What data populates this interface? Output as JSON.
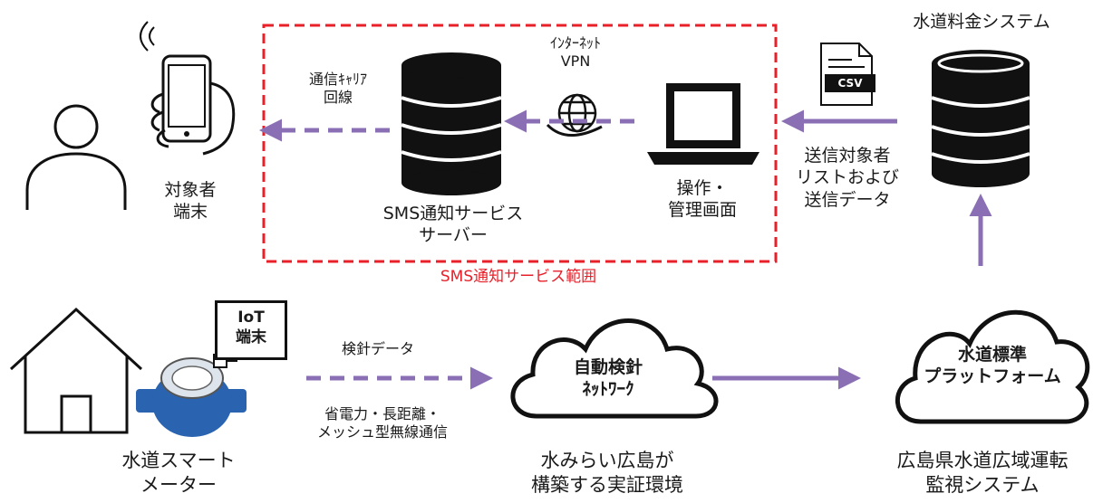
{
  "nodes": {
    "target_terminal": {
      "lines": [
        "対象者",
        "端末"
      ]
    },
    "carrier": {
      "lines": [
        "通信ｷｬﾘｱ",
        "回線"
      ]
    },
    "internet_vpn": {
      "lines": [
        "ｲﾝﾀｰﾈｯﾄ",
        "VPN"
      ]
    },
    "sms_server": {
      "lines": [
        "SMS通知サービス",
        "サーバー"
      ]
    },
    "admin_screen": {
      "lines": [
        "操作・",
        "管理画面"
      ]
    },
    "billing_system": {
      "title": "水道料金システム"
    },
    "csv_file": {
      "label": "CSV"
    },
    "send_data": {
      "lines": [
        "送信対象者",
        "リストおよび",
        "送信データ"
      ]
    },
    "sms_scope": {
      "label": "SMS通知サービス範囲"
    },
    "iot_terminal": {
      "lines": [
        "IoT",
        "端末"
      ]
    },
    "smart_meter": {
      "lines": [
        "水道スマート",
        "メーター"
      ]
    },
    "meter_data": {
      "label": "検針データ"
    },
    "lpwa": {
      "lines": [
        "省電力・長距離・",
        "メッシュ型無線通信"
      ]
    },
    "auto_network": {
      "lines": [
        "自動検針",
        "ﾈｯﾄﾜｰｸ"
      ]
    },
    "hiroshima_env": {
      "lines": [
        "水みらい広島が",
        "構築する実証環境"
      ]
    },
    "platform": {
      "lines": [
        "水道標準",
        "プラットフォーム"
      ]
    },
    "monitoring": {
      "lines": [
        "広島県水道広域運転",
        "監視システム"
      ]
    }
  },
  "colors": {
    "arrow": "#8a6fb5",
    "scope_border": "#e8202a",
    "meter_body": "#2a63b0",
    "icon_stroke": "#111111"
  }
}
